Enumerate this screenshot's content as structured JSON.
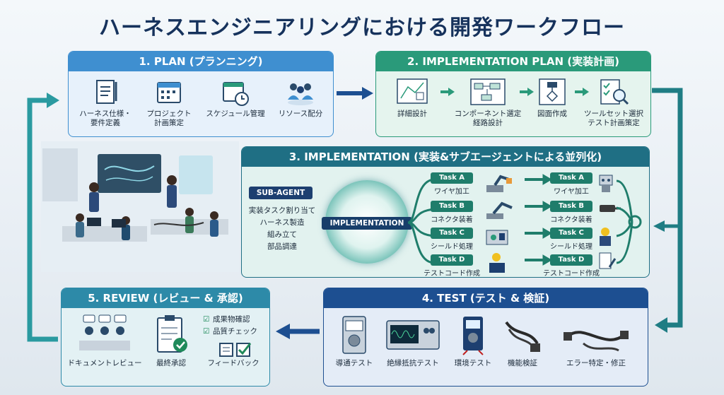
{
  "title": "ハーネスエンジニアリングにおける開発ワークフロー",
  "plan": {
    "header": "1. PLAN (プランニング)",
    "items": [
      "ハーネス仕様・\n要件定義",
      "プロジェクト\n計画策定",
      "スケジュール管理",
      "リソース配分"
    ]
  },
  "impl_plan": {
    "header": "2. IMPLEMENTATION PLAN (実装計画)",
    "items": [
      "詳細設計",
      "コンポーネント選定\n経路設計",
      "図面作成",
      "ツールセット選択\nテスト計画策定"
    ]
  },
  "implementation": {
    "header": "3. IMPLEMENTATION (実装&サブエージェントによる並列化)",
    "subagent_label": "SUB-AGENT",
    "subagent_tasks": [
      "実装タスク割り当て",
      "ハーネス製造",
      "組み立て",
      "部品調達"
    ],
    "center_label": "IMPLEMENTATION",
    "tasks": [
      {
        "badge": "Task A",
        "label": "ワイヤ加工"
      },
      {
        "badge": "Task B",
        "label": "コネクタ装着"
      },
      {
        "badge": "Task C",
        "label": "シールド処理"
      },
      {
        "badge": "Task D",
        "label": "テストコード作成"
      }
    ]
  },
  "test": {
    "header": "4. TEST (テスト & 検証)",
    "items": [
      "導通テスト",
      "絶縁抵抗テスト",
      "環境テスト",
      "機能検証",
      "エラー特定・修正"
    ]
  },
  "review": {
    "header": "5. REVIEW (レビュー & 承認)",
    "items": [
      "ドキュメントレビュー",
      "最終承認",
      "フィードバック"
    ],
    "checklist": [
      "成果物確認",
      "品質チェック"
    ]
  },
  "colors": {
    "plan": "#3f8fd0",
    "impl_plan": "#2a9a7a",
    "implementation": "#1f6f84",
    "test": "#1d4f91",
    "review": "#2d8aa8"
  }
}
